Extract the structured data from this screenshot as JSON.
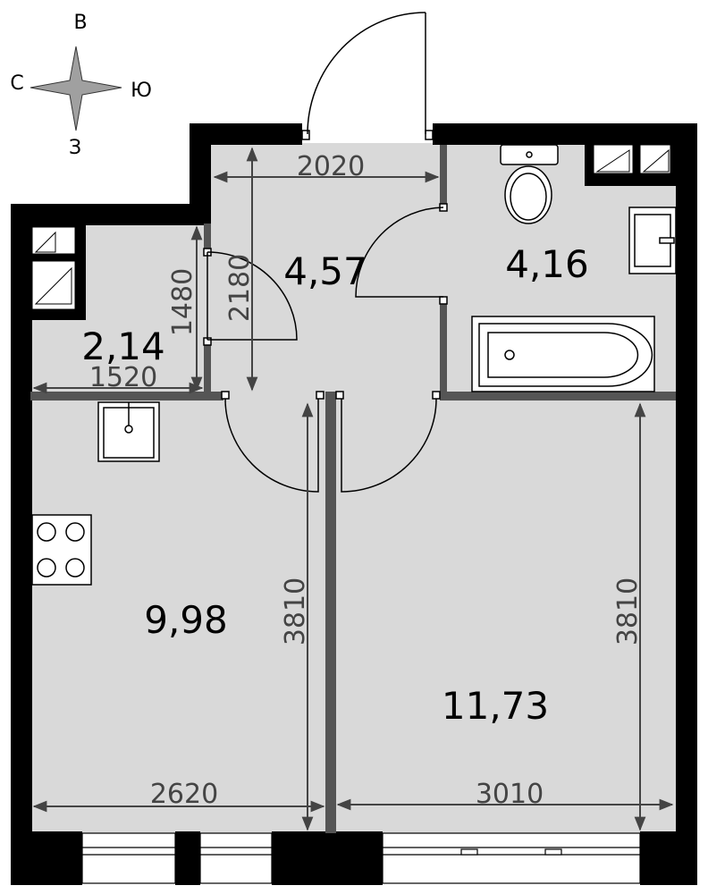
{
  "compass": {
    "north": "В",
    "west": "С",
    "east": "Ю",
    "south": "З"
  },
  "rooms": [
    {
      "id": "room-storage",
      "area": "2,14"
    },
    {
      "id": "room-hall",
      "area": "4,57"
    },
    {
      "id": "room-bathroom",
      "area": "4,16"
    },
    {
      "id": "room-kitchen",
      "area": "9,98"
    },
    {
      "id": "room-living",
      "area": "11,73"
    }
  ],
  "dimensions": {
    "hall_width": "2020",
    "hall_depth": "2180",
    "storage_depth": "1480",
    "storage_width": "1520",
    "kitchen_depth": "3810",
    "kitchen_width": "2620",
    "living_depth": "3810",
    "living_width": "3010"
  },
  "colors": {
    "wall": "#000000",
    "partition": "#555555",
    "floor": "#d9d9d9",
    "dimension_line": "#444444"
  }
}
